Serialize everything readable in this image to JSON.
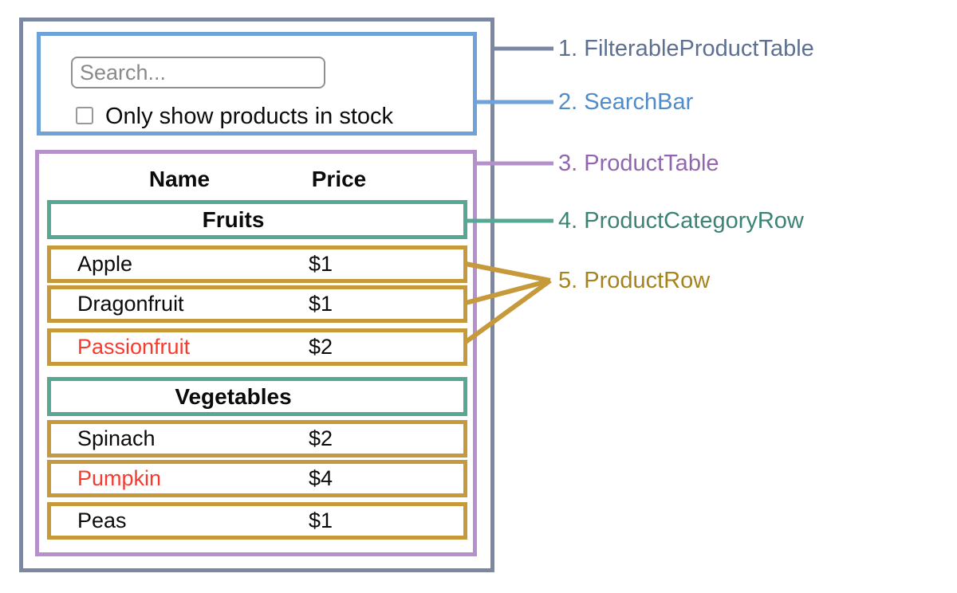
{
  "colors": {
    "slate_border": "#7c88a2",
    "slate_text": "#5d7092",
    "blue_border": "#6ea2d8",
    "blue_text": "#4f8cc9",
    "purple_border": "#b590ca",
    "purple_text": "#9166ae",
    "teal_border": "#57a795",
    "teal_text": "#3b8374",
    "gold_border": "#c6993a",
    "gold_text": "#a5831e",
    "highlight_red": "#f43b2e",
    "control_border": "#909090",
    "body_text": "#0b0b0b"
  },
  "search_bar": {
    "input_placeholder": "Search...",
    "input_value": "",
    "checkbox_checked": false,
    "checkbox_label": "Only show products in stock"
  },
  "product_table": {
    "columns": [
      {
        "label": "Name"
      },
      {
        "label": "Price"
      }
    ],
    "sections": [
      {
        "category": "Fruits",
        "rows": [
          {
            "name": "Apple",
            "price": "$1",
            "highlighted": false
          },
          {
            "name": "Dragonfruit",
            "price": "$1",
            "highlighted": false
          },
          {
            "name": "Passionfruit",
            "price": "$2",
            "highlighted": true
          }
        ]
      },
      {
        "category": "Vegetables",
        "rows": [
          {
            "name": "Spinach",
            "price": "$2",
            "highlighted": false
          },
          {
            "name": "Pumpkin",
            "price": "$4",
            "highlighted": true
          },
          {
            "name": "Peas",
            "price": "$1",
            "highlighted": false
          }
        ]
      }
    ]
  },
  "legend": {
    "items": [
      {
        "text": "1. FilterableProductTable",
        "color": "#5d7092"
      },
      {
        "text": "2. SearchBar",
        "color": "#4f8cc9"
      },
      {
        "text": "3. ProductTable",
        "color": "#9166ae"
      },
      {
        "text": "4. ProductCategoryRow",
        "color": "#3b8374"
      },
      {
        "text": "5. ProductRow",
        "color": "#a5831e"
      }
    ]
  }
}
